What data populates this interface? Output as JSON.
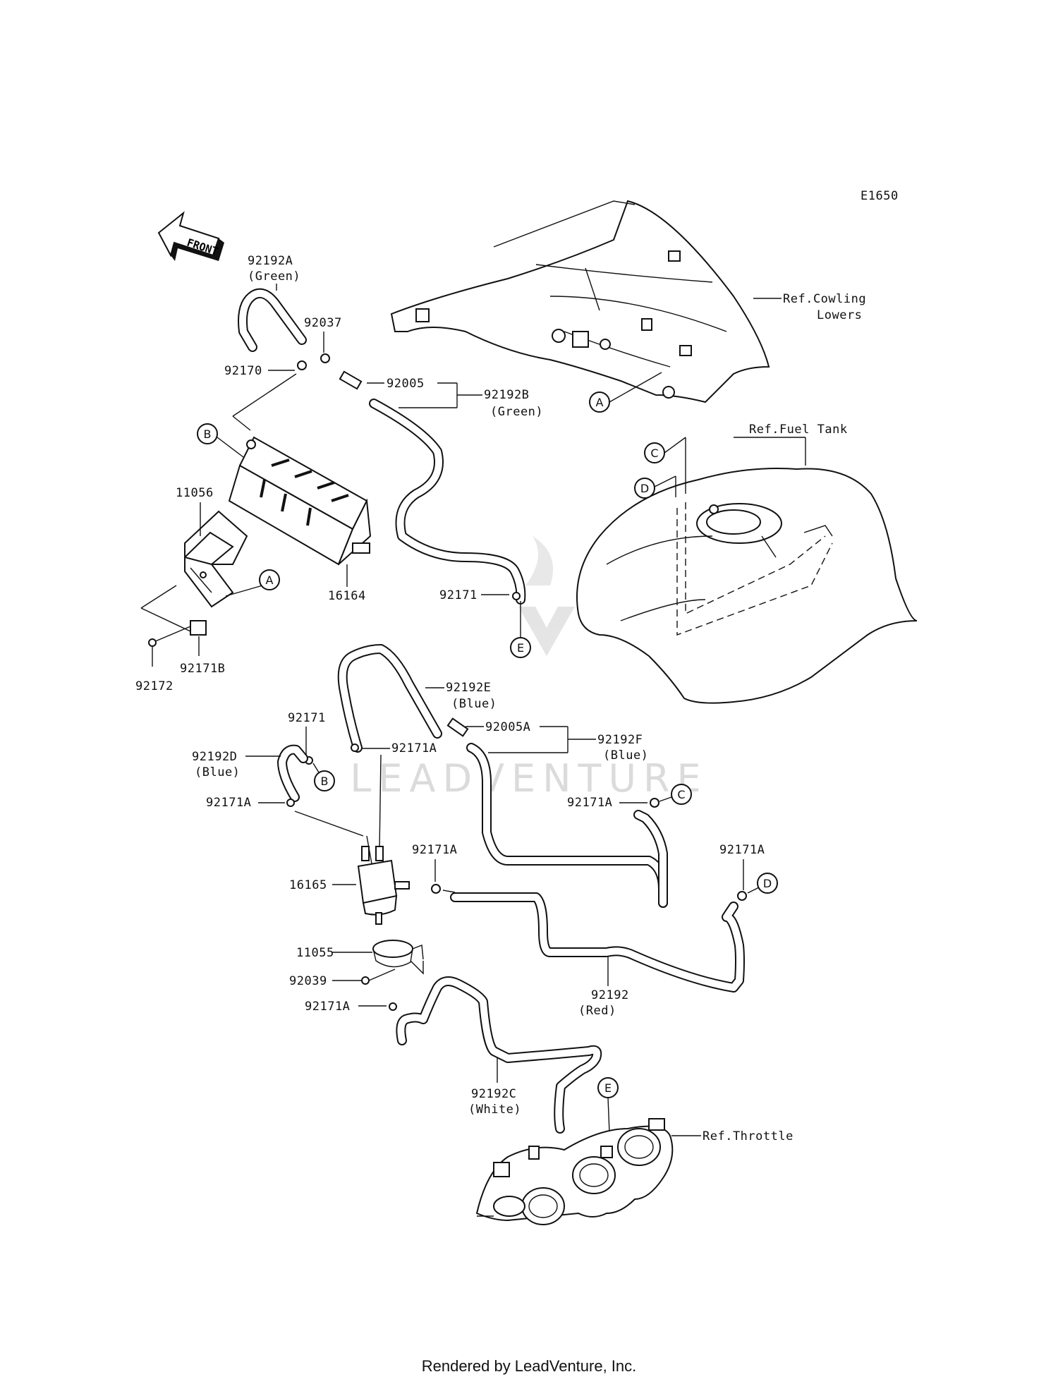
{
  "diagram_id": "E1650",
  "front_label": "FRONT",
  "parts": {
    "p92192A": {
      "number": "92192A",
      "color": "(Green)"
    },
    "p92037": {
      "number": "92037"
    },
    "p92170": {
      "number": "92170"
    },
    "p92005": {
      "number": "92005"
    },
    "p92192B": {
      "number": "92192B",
      "color": "(Green)"
    },
    "p11056": {
      "number": "11056"
    },
    "p16164": {
      "number": "16164"
    },
    "p92172": {
      "number": "92172"
    },
    "p92171B": {
      "number": "92171B"
    },
    "p92171_top": {
      "number": "92171"
    },
    "p92192E": {
      "number": "92192E",
      "color": "(Blue)"
    },
    "p92005A": {
      "number": "92005A"
    },
    "p92192F": {
      "number": "92192F",
      "color": "(Blue)"
    },
    "p92171_left": {
      "number": "92171"
    },
    "p92192D": {
      "number": "92192D",
      "color": "(Blue)"
    },
    "p92171A_1": {
      "number": "92171A"
    },
    "p92171A_2": {
      "number": "92171A"
    },
    "p92171A_3": {
      "number": "92171A"
    },
    "p92171A_4": {
      "number": "92171A"
    },
    "p92171A_5": {
      "number": "92171A"
    },
    "p92171A_6": {
      "number": "92171A"
    },
    "p16165": {
      "number": "16165"
    },
    "p11055": {
      "number": "11055"
    },
    "p92039": {
      "number": "92039"
    },
    "p92192": {
      "number": "92192",
      "color": "(Red)"
    },
    "p92192C": {
      "number": "92192C",
      "color": "(White)"
    }
  },
  "references": {
    "cowling": {
      "line1": "Ref.Cowling",
      "line2": "Lowers"
    },
    "fuel_tank": {
      "label": "Ref.Fuel Tank"
    },
    "throttle": {
      "label": "Ref.Throttle"
    }
  },
  "callouts": {
    "A1": "A",
    "A2": "A",
    "B1": "B",
    "B2": "B",
    "C1": "C",
    "C2": "C",
    "D1": "D",
    "D2": "D",
    "E1": "E",
    "E2": "E"
  },
  "watermark": "LEADVENTURE",
  "footer": "Rendered by LeadVenture, Inc."
}
